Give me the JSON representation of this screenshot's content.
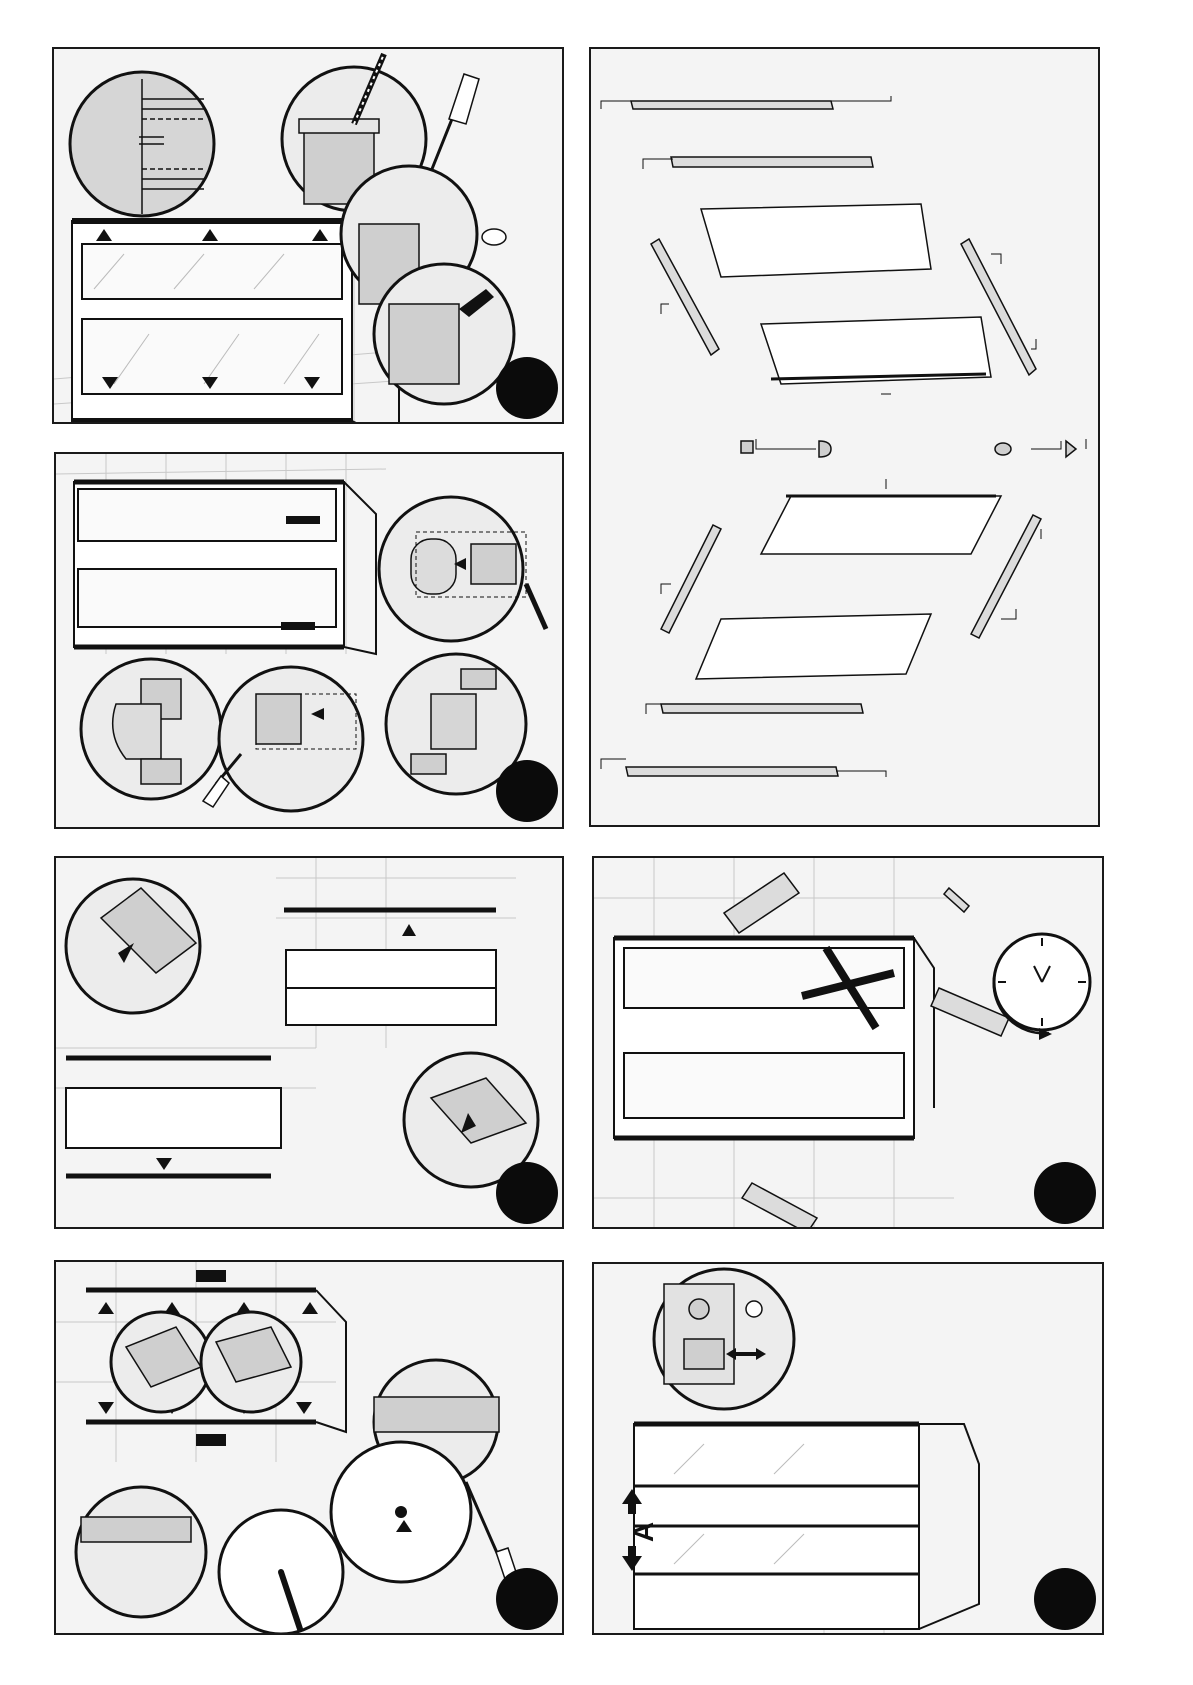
{
  "page": {
    "title": ""
  },
  "steps": [
    {
      "id": "step-1",
      "number": ""
    },
    {
      "id": "step-2",
      "number": ""
    },
    {
      "id": "step-3",
      "number": ""
    },
    {
      "id": "step-4",
      "number": ""
    },
    {
      "id": "step-5",
      "number": ""
    },
    {
      "id": "step-6",
      "number": "",
      "dimension_label": "A"
    }
  ],
  "exploded_view": {
    "part_labels": []
  },
  "icons": [
    "screwdriver-icon",
    "drill-icon",
    "silicone-gun-icon",
    "clock-icon",
    "arrow-icon",
    "cross-icon"
  ]
}
